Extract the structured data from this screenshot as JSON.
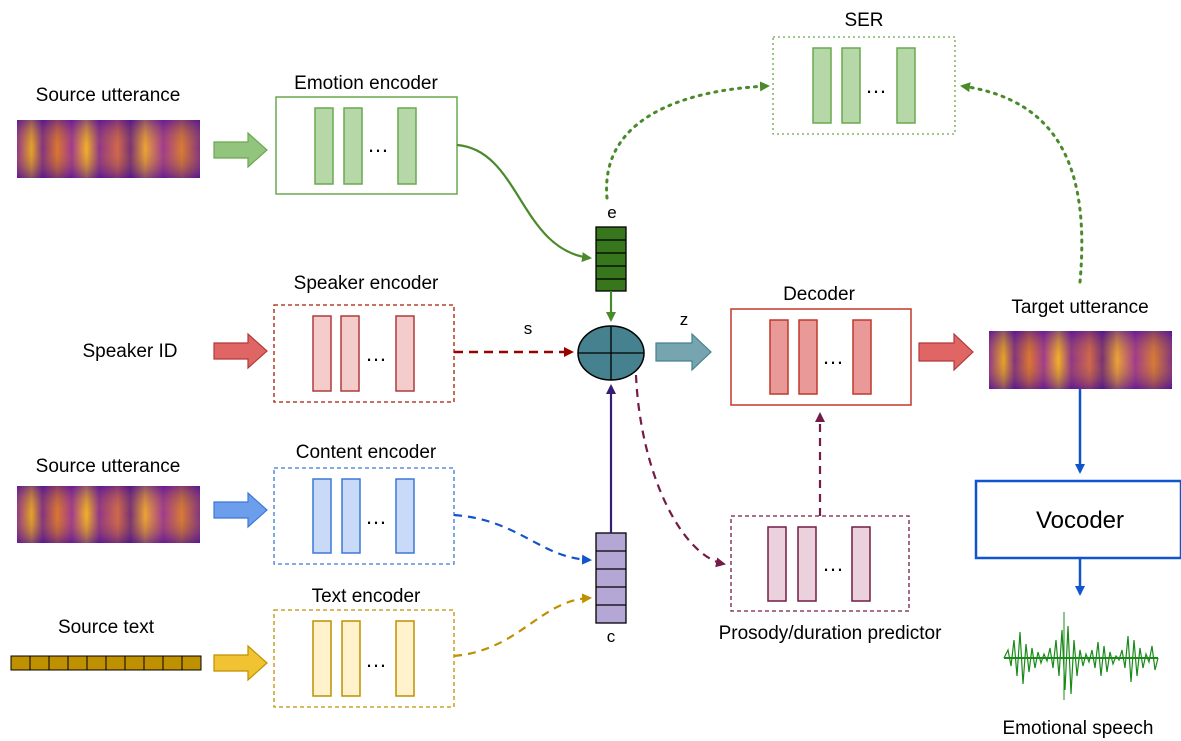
{
  "labels": {
    "source_utterance_1": "Source utterance",
    "source_utterance_2": "Source utterance",
    "speaker_id": "Speaker ID",
    "source_text": "Source text",
    "emotion_encoder": "Emotion encoder",
    "speaker_encoder": "Speaker encoder",
    "content_encoder": "Content encoder",
    "text_encoder": "Text encoder",
    "ser": "SER",
    "decoder": "Decoder",
    "prosody_predictor": "Prosody/duration predictor",
    "target_utterance": "Target utterance",
    "vocoder": "Vocoder",
    "emotional_speech": "Emotional speech",
    "e": "e",
    "s": "s",
    "z": "z",
    "c": "c",
    "ellipsis": "…"
  },
  "colors": {
    "emotion": "#4a8a2a",
    "emotion_fill": "#b6d7a8",
    "speaker": "#b03a3a",
    "speaker_fill": "#f4cccc",
    "speaker_arrow": "#e06666",
    "content": "#3c78d8",
    "content_fill": "#c9daf8",
    "content_arrow": "#6d9eeb",
    "text": "#bf9000",
    "text_fill": "#fff2cc",
    "text_arrow": "#f1c232",
    "decoder": "#c0392b",
    "decoder_fill": "#ea9999",
    "prosody": "#741b47",
    "prosody_fill": "#ead1dc",
    "combiner": "#45818e",
    "z_arrow": "#76a5af",
    "c_vector": "#b4a7d6",
    "e_vector": "#38761d",
    "vocoder": "#1155cc"
  }
}
